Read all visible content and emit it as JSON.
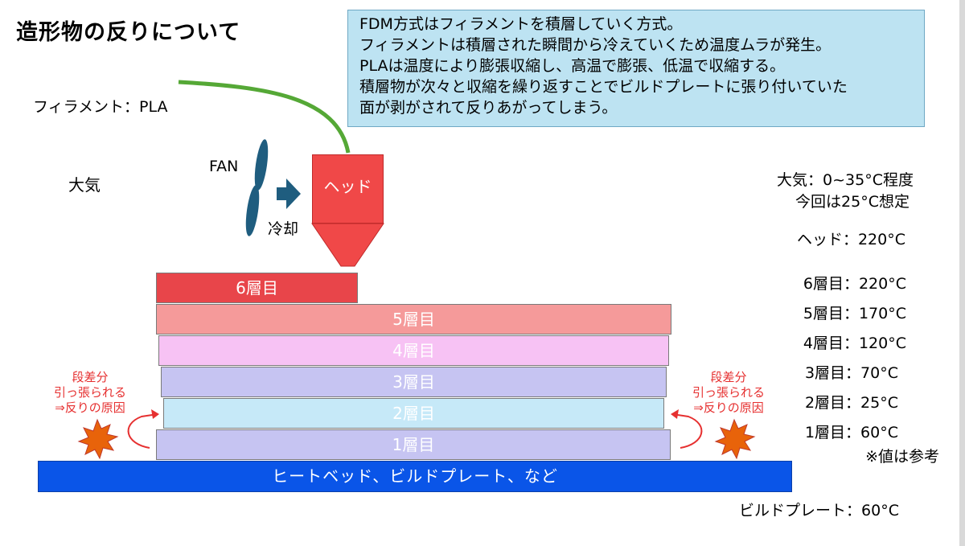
{
  "title": "造形物の反りについて",
  "note_lines": [
    "FDM方式はフィラメントを積層していく方式。",
    "フィラメントは積層された瞬間から冷えていくため温度ムラが発生。",
    "PLAは温度により膨張収縮し、高温で膨張、低温で収縮する。",
    "積層物が次々と収縮を繰り返すことでビルドプレートに張り付いていた",
    "面が剥がされて反りあがってしまう。"
  ],
  "filament_label": "フィラメント：PLA",
  "atmosphere_label": "大気",
  "fan_label": "FAN",
  "cooling_label": "冷却",
  "head_label": "ヘッド",
  "layers": [
    "6層目",
    "5層目",
    "4層目",
    "3層目",
    "2層目",
    "1層目"
  ],
  "bed_label": "ヒートベッド、ビルドプレート、など",
  "warp_note_left": [
    "段差分",
    "引っ張られる",
    "⇒反りの原因"
  ],
  "warp_note_right": [
    "段差分",
    "引っ張られる",
    "⇒反りの原因"
  ],
  "temperatures": {
    "atmosphere_line1": "大気：0~35°C程度",
    "atmosphere_line2": "今回は25°C想定",
    "head": "ヘッド：220°C",
    "layer6": "6層目：220°C",
    "layer5": "5層目：170°C",
    "layer4": "4層目：120°C",
    "layer3": "3層目：70°C",
    "layer2": "2層目：25°C",
    "layer1": "1層目：60°C",
    "note": "※値は参考",
    "build_plate": "ビルドプレート：60°C"
  },
  "colors": {
    "layer6": "#e8454a",
    "layer5": "#f59a9a",
    "layer4": "#f7c2f4",
    "layer3": "#c6c4f2",
    "layer2": "#c6e9f8",
    "layer1": "#c6c4f2",
    "bed": "#0a55e8",
    "filament": "#55a836",
    "fan": "#1f5d7f",
    "burst": "#e8630a"
  },
  "icons": {
    "fan": "fan-icon",
    "arrow": "arrow-right-icon",
    "burst": "burst-icon",
    "curve_arrow": "curved-arrow-icon"
  }
}
